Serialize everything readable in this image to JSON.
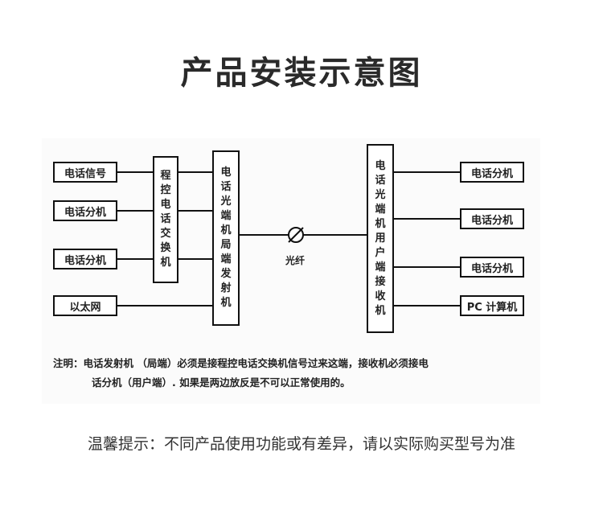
{
  "title": "产品安装示意图",
  "left_boxes": [
    "电话信号",
    "电话分机",
    "电话分机",
    "以太网"
  ],
  "exchange_box": [
    "程",
    "控",
    "电",
    "话",
    "交",
    "换",
    "机"
  ],
  "transmitter_box": [
    "电",
    "话",
    "光",
    "端",
    "机",
    "局",
    "端",
    "发",
    "射",
    "机"
  ],
  "fiber_label": "光纤",
  "receiver_box": [
    "电",
    "话",
    "光",
    "端",
    "机",
    "用",
    "户",
    "端",
    "接",
    "收",
    "机"
  ],
  "right_boxes": [
    "电话分机",
    "电话分机",
    "电话分机",
    "PC 计算机"
  ],
  "note_line1": "注明：电话发射机 （局端）必须是接程控电话交换机信号过来这端，接收机必须接电",
  "note_line2": "话分机（用户端）. 如果是两边放反是不可以正常使用的。",
  "tip": "温馨提示：不同产品使用功能或有差异，请以实际购买型号为准"
}
